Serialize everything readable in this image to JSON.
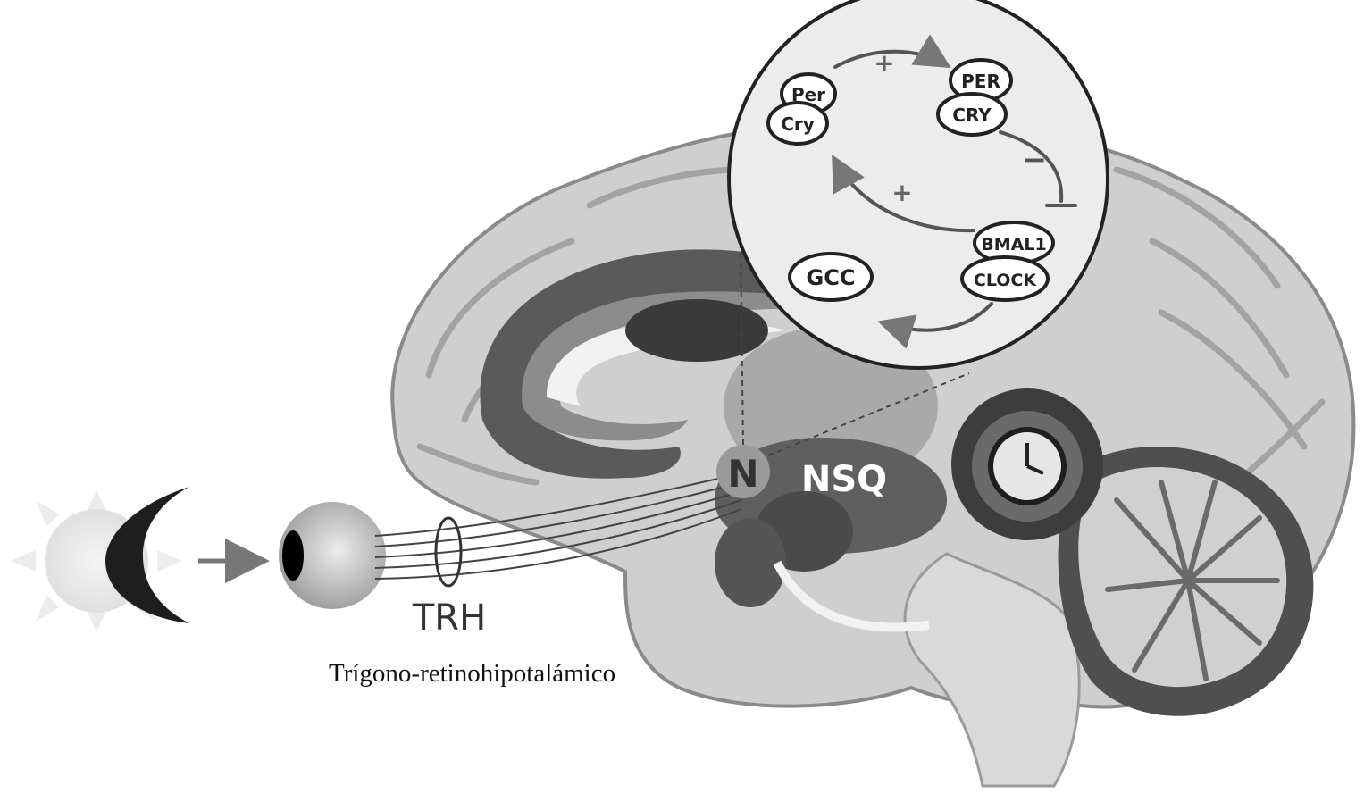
{
  "diagram": {
    "labels": {
      "trh": "TRH",
      "nsq": "NSQ",
      "n_marker": "N",
      "caption": "Trígono-retinohipotalámico"
    },
    "clock_loop": {
      "nodes": {
        "per_cry_small_top": "Per",
        "per_cry_small_bottom": "Cry",
        "per_cry_big_top": "PER",
        "per_cry_big_bottom": "CRY",
        "bmal1": "BMAL1",
        "clock": "CLOCK",
        "gcc": "GCC"
      },
      "signs": {
        "activation_top": "+",
        "activation_middle": "+",
        "inhibition": "−"
      }
    },
    "colors": {
      "moon": "#1e1e1e",
      "eye_pupil": "#000000",
      "nerve": "#444444",
      "brain_light": "#cfcfcf",
      "brain_mid": "#a9a9a9",
      "brain_dark": "#5a5a5a",
      "inset_fill": "#ececec"
    }
  }
}
